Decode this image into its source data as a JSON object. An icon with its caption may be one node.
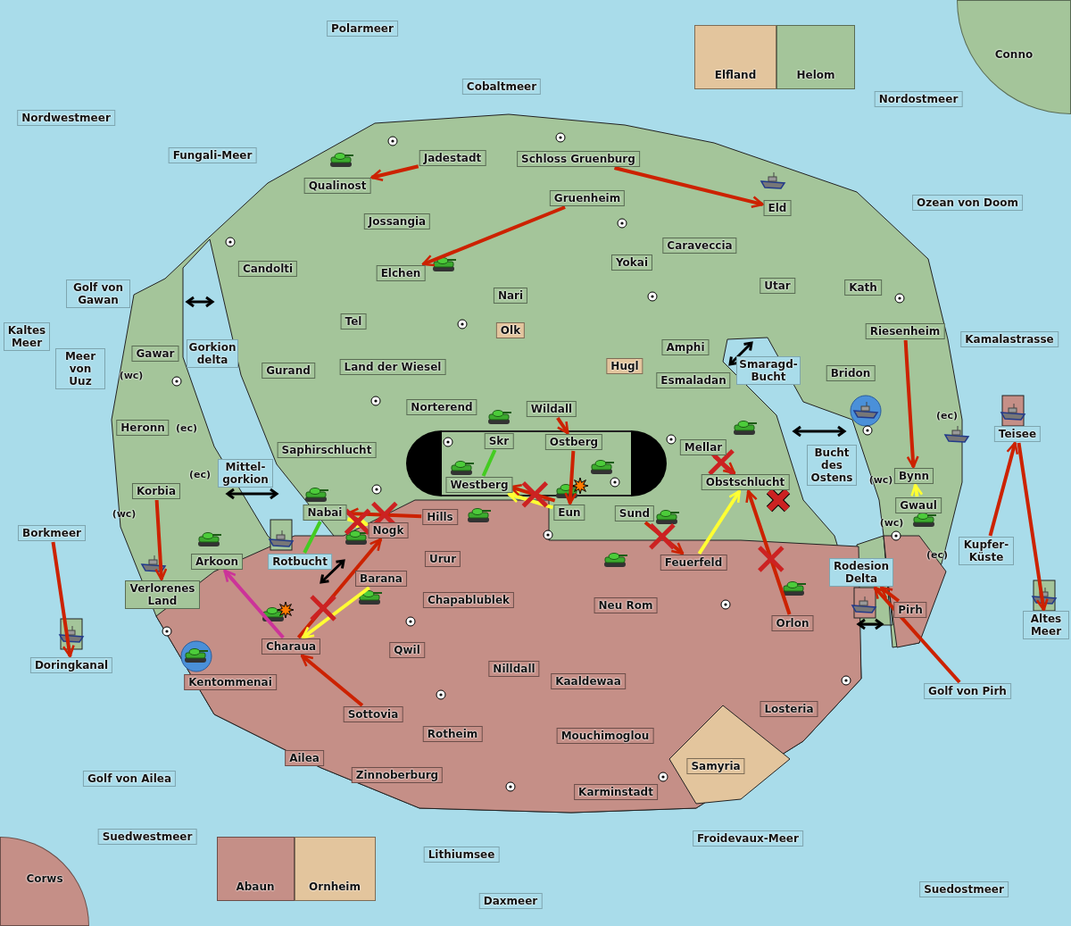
{
  "diagram": {
    "nodes": [
      {
        "text": [
          "Polarmeer"
        ]
      },
      {
        "text": [
          "Elfland"
        ]
      },
      {
        "text": [
          "Helom"
        ]
      },
      {
        "text": [
          "Conno"
        ]
      },
      {
        "text": [
          "Cobaltmeer"
        ]
      },
      {
        "text": [
          "Nordwestmeer"
        ]
      },
      {
        "text": [
          "Nordostmeer"
        ]
      },
      {
        "text": [
          "Fungali-Meer"
        ]
      },
      {
        "text": [
          "Jadestadt"
        ]
      },
      {
        "text": [
          "Schloss Gruenburg"
        ]
      },
      {
        "text": [
          "Qualinost"
        ]
      },
      {
        "text": [
          "Eld"
        ]
      },
      {
        "text": [
          "Gruenheim"
        ]
      },
      {
        "text": [
          "Ozean von Doom"
        ]
      },
      {
        "text": [
          "Jossangia"
        ]
      },
      {
        "text": [
          "Caraveccia"
        ]
      },
      {
        "text": [
          "Yokai"
        ]
      },
      {
        "text": [
          "Candolti"
        ]
      },
      {
        "text": [
          "Elchen"
        ]
      },
      {
        "text": [
          "Utar"
        ]
      },
      {
        "text": [
          "Kath"
        ]
      },
      {
        "text": [
          "Golf von Gawan"
        ]
      },
      {
        "text": [
          "Nari"
        ]
      },
      {
        "text": [
          "Tel"
        ]
      },
      {
        "text": [
          "Olk"
        ]
      },
      {
        "text": [
          "Riesenheim"
        ]
      },
      {
        "text": [
          "Kaltes Meer"
        ]
      },
      {
        "text": [
          "Kamalastrasse"
        ]
      },
      {
        "text": [
          "Amphi"
        ]
      },
      {
        "text": [
          "Gawar"
        ]
      },
      {
        "text": [
          "Gorkion delta"
        ]
      },
      {
        "text": [
          "Gurand"
        ]
      },
      {
        "text": [
          "Land der Wiesel"
        ]
      },
      {
        "text": [
          "Hugl"
        ]
      },
      {
        "text": [
          "Meer von Uuz"
        ]
      },
      {
        "text": [
          "Smaragd- Bucht"
        ]
      },
      {
        "text": [
          "Bridon"
        ]
      },
      {
        "text": [
          "Esmaladan"
        ]
      },
      {
        "text": [
          "Norterend"
        ]
      },
      {
        "text": [
          "Wildall"
        ]
      },
      {
        "text": [
          "Skr"
        ]
      },
      {
        "text": [
          "Heronn"
        ]
      },
      {
        "text": [
          "Teisee"
        ]
      },
      {
        "text": [
          "Ostberg"
        ]
      },
      {
        "text": [
          "Mellar"
        ]
      },
      {
        "text": [
          "Saphirschlucht"
        ]
      },
      {
        "text": [
          "Bucht des Ostens"
        ]
      },
      {
        "text": [
          "Mittel- gorkion"
        ]
      },
      {
        "text": [
          "Westberg"
        ]
      },
      {
        "text": [
          "Obstschlucht"
        ]
      },
      {
        "text": [
          "Bynn"
        ]
      },
      {
        "text": [
          "Korbia"
        ]
      },
      {
        "text": [
          "Nabai"
        ]
      },
      {
        "text": [
          "Eun"
        ]
      },
      {
        "text": [
          "Gwaul"
        ]
      },
      {
        "text": [
          "Sund"
        ]
      },
      {
        "text": [
          "Hills"
        ]
      },
      {
        "text": [
          "Nogk"
        ]
      },
      {
        "text": [
          "Borkmeer"
        ]
      },
      {
        "text": [
          "Kupfer- Küste"
        ]
      },
      {
        "text": [
          "Urur"
        ]
      },
      {
        "text": [
          "Arkoon"
        ]
      },
      {
        "text": [
          "Rotbucht"
        ]
      },
      {
        "text": [
          "Feuerfeld"
        ]
      },
      {
        "text": [
          "Rodesion Delta"
        ]
      },
      {
        "text": [
          "Barana"
        ]
      },
      {
        "text": [
          "Verlorenes Land"
        ]
      },
      {
        "text": [
          "Chapablublek"
        ]
      },
      {
        "text": [
          "Neu Rom"
        ]
      },
      {
        "text": [
          "Pirh"
        ]
      },
      {
        "text": [
          "Orlon"
        ]
      },
      {
        "text": [
          "Altes Meer"
        ]
      },
      {
        "text": [
          "Charaua"
        ]
      },
      {
        "text": [
          "Qwil"
        ]
      },
      {
        "text": [
          "Doringkanal"
        ]
      },
      {
        "text": [
          "Nilldall"
        ]
      },
      {
        "text": [
          "Kentommenai"
        ]
      },
      {
        "text": [
          "Kaaldewaa"
        ]
      },
      {
        "text": [
          "Golf von Pirh"
        ]
      },
      {
        "text": [
          "Losteria"
        ]
      },
      {
        "text": [
          "Sottovia"
        ]
      },
      {
        "text": [
          "Rotheim"
        ]
      },
      {
        "text": [
          "Mouchimoglou"
        ]
      },
      {
        "text": [
          "Ailea"
        ]
      },
      {
        "text": [
          "Samyria"
        ]
      },
      {
        "text": [
          "Zinnoberburg"
        ]
      },
      {
        "text": [
          "Golf von Ailea"
        ]
      },
      {
        "text": [
          "Karminstadt"
        ]
      },
      {
        "text": [
          "Suedwestmeer"
        ]
      },
      {
        "text": [
          "Froidevaux-Meer"
        ]
      },
      {
        "text": [
          "Lithiumsee"
        ]
      },
      {
        "text": [
          "Abaun"
        ]
      },
      {
        "text": [
          "Ornheim"
        ]
      },
      {
        "text": [
          "Suedostmeer"
        ]
      },
      {
        "text": [
          "Daxmeer"
        ]
      },
      {
        "text": [
          "Corws"
        ]
      }
    ],
    "edges": [
      {
        "from": 8,
        "to": 10,
        "arrow": "to"
      },
      {
        "from": 9,
        "to": 11,
        "arrow": "to"
      },
      {
        "from": 12,
        "to": 18,
        "arrow": "to"
      },
      {
        "from": 40,
        "to": 48,
        "arrow": "none",
        "color": "#44cc22"
      },
      {
        "from": 53,
        "to": 48,
        "arrow": "to",
        "color": "#ffff33"
      },
      {
        "from": 53,
        "to": 48,
        "arrow": "to"
      },
      {
        "from": 39,
        "to": 43,
        "arrow": "to"
      },
      {
        "from": 43,
        "to": 53,
        "arrow": "to"
      },
      {
        "from": 56,
        "to": 52,
        "arrow": "to"
      },
      {
        "from": 62,
        "to": 52,
        "arrow": "none",
        "color": "#44cc22"
      },
      {
        "from": 52,
        "to": 57,
        "arrow": "to",
        "color": "#ffff33"
      },
      {
        "from": 72,
        "to": 57,
        "arrow": "to"
      },
      {
        "from": 72,
        "to": 61,
        "arrow": "to",
        "color": "#cc3399"
      },
      {
        "from": 65,
        "to": 72,
        "arrow": "to",
        "color": "#ffff33"
      },
      {
        "from": 80,
        "to": 72,
        "arrow": "to"
      },
      {
        "from": 51,
        "to": 66,
        "arrow": "to"
      },
      {
        "from": 58,
        "to": 74,
        "arrow": "to"
      },
      {
        "from": 55,
        "to": 63,
        "arrow": "to"
      },
      {
        "from": 63,
        "to": 49,
        "arrow": "to",
        "color": "#ffff33"
      },
      {
        "from": 44,
        "to": 49,
        "arrow": "to"
      },
      {
        "from": 70,
        "to": 49,
        "arrow": "to"
      },
      {
        "from": 69,
        "to": 64,
        "arrow": "to"
      },
      {
        "from": 78,
        "to": 64,
        "arrow": "to"
      },
      {
        "from": 25,
        "to": 50,
        "arrow": "to"
      },
      {
        "from": 54,
        "to": 50,
        "arrow": "to",
        "color": "#ffff33"
      },
      {
        "from": 59,
        "to": 42,
        "arrow": "to"
      },
      {
        "from": 42,
        "to": 71,
        "arrow": "to"
      }
    ],
    "labels": [
      "(wc)",
      "(ec)",
      "(ec)",
      "(ec)",
      "(wc)",
      "(wc)",
      "(wc)",
      "(ec)"
    ]
  }
}
